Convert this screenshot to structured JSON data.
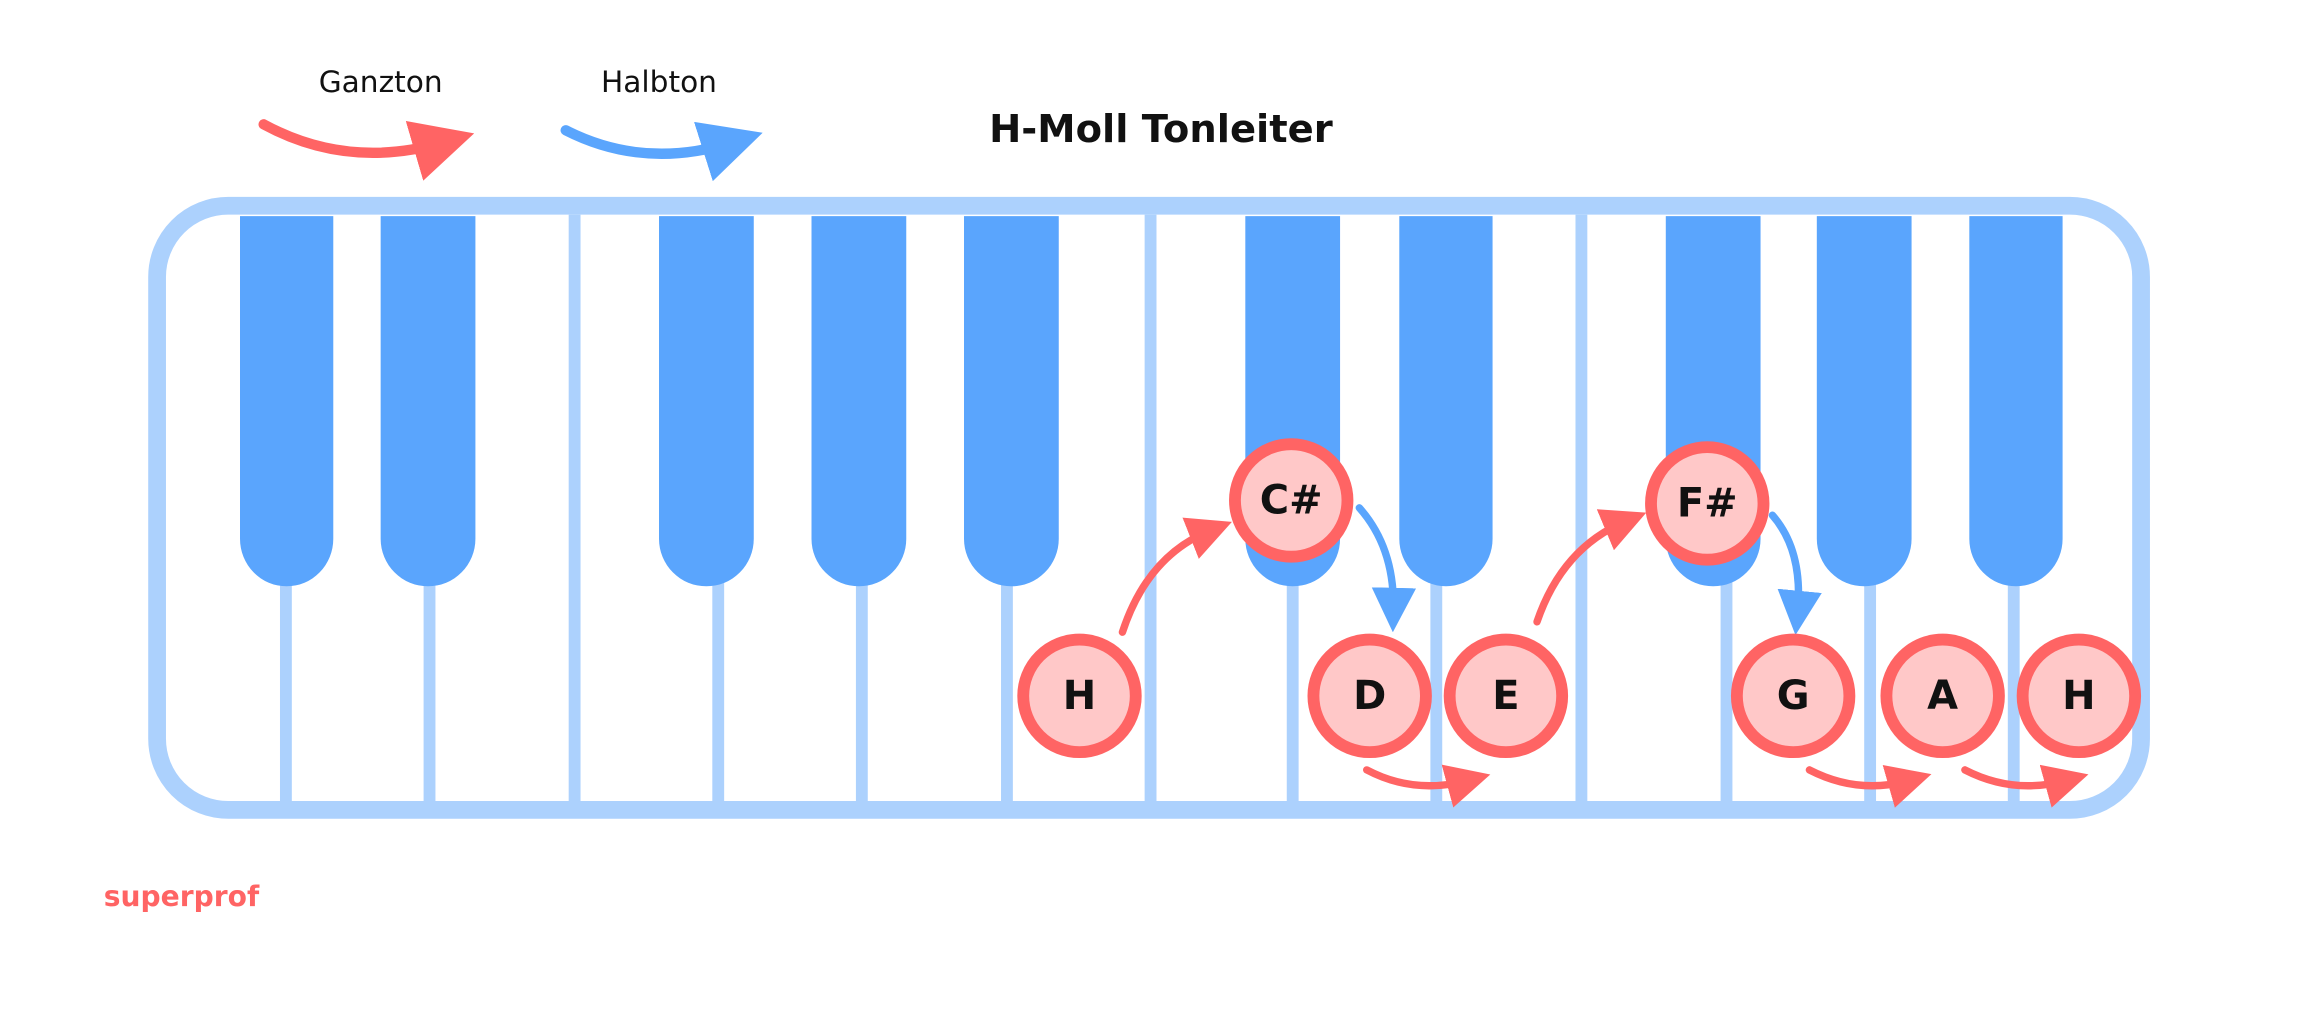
{
  "title": "H-Moll Tonleiter",
  "legend": {
    "whole_step": "Ganzton",
    "half_step": "Halbton"
  },
  "notes": [
    "H",
    "C#",
    "D",
    "E",
    "F#",
    "G",
    "A",
    "H"
  ],
  "steps": [
    "Ganzton",
    "Halbton",
    "Ganzton",
    "Ganzton",
    "Halbton",
    "Ganzton",
    "Ganzton"
  ],
  "brand": "superprof",
  "colors": {
    "whole_step": "#ff6464",
    "half_step": "#5aa5fd",
    "note_fill": "#ffc8c8",
    "black_key": "#5aa5fd",
    "frame": "#acd1fd"
  }
}
